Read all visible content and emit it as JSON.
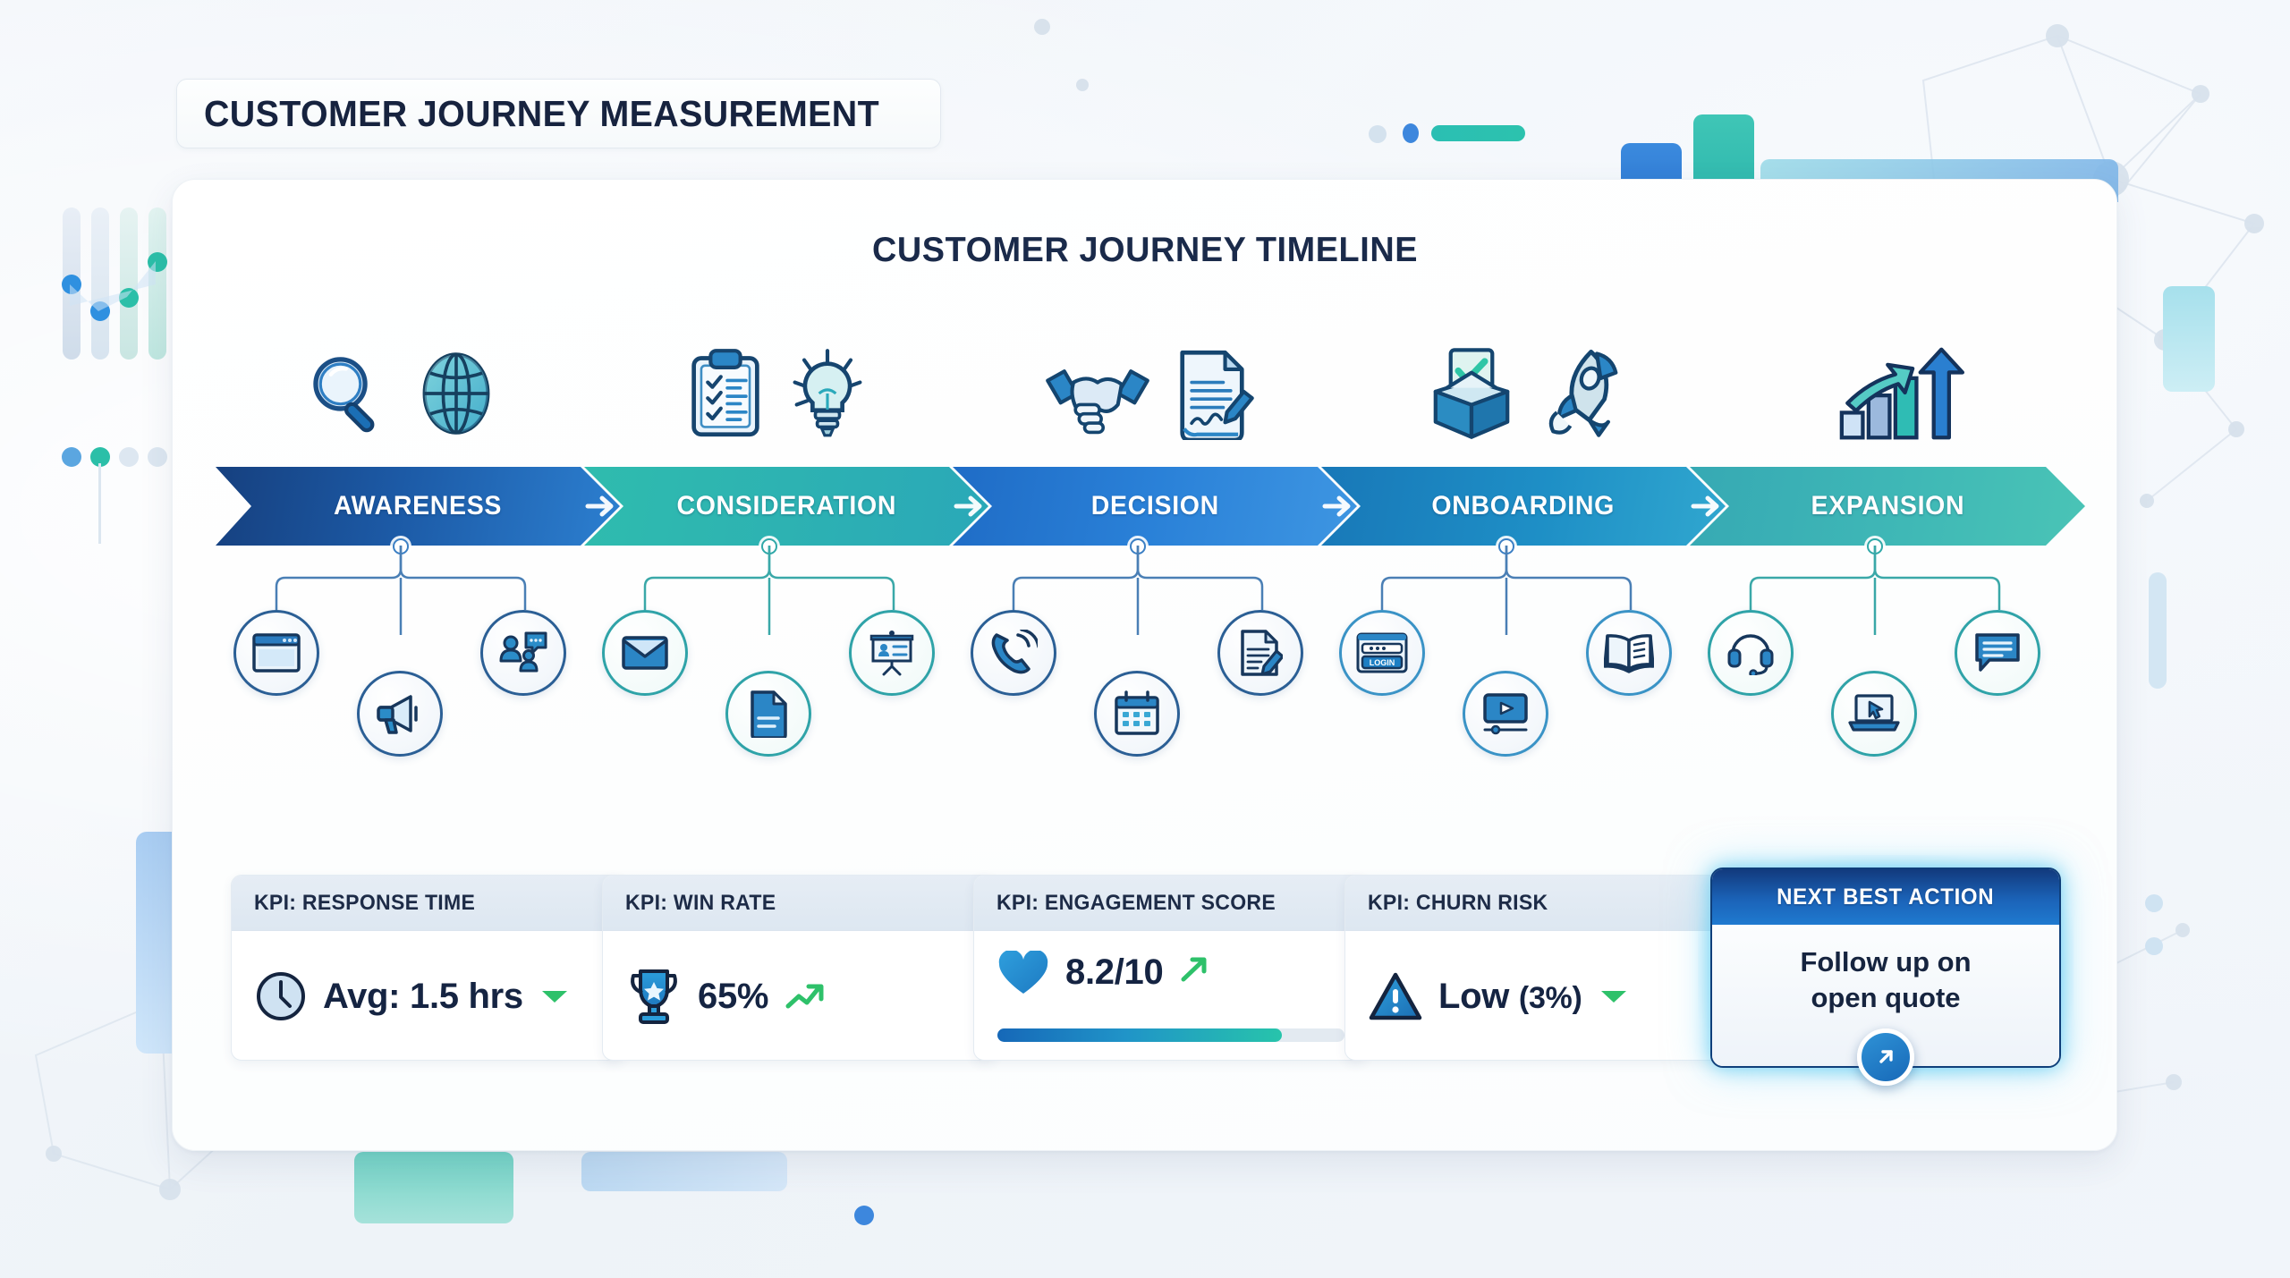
{
  "header": {
    "title": "CUSTOMER JOURNEY MEASUREMENT"
  },
  "panel": {
    "title": "CUSTOMER JOURNEY TIMELINE"
  },
  "colors": {
    "stage_1": "#1c4f96",
    "stage_2": "#2bb3ab",
    "stage_3": "#1f72c8",
    "stage_4": "#1e8ec4",
    "stage_5": "#3bb2b0",
    "accent_green": "#2ec16a",
    "title_navy": "#17233f",
    "nba_border": "#0f3f7a"
  },
  "stages": [
    {
      "label": "AWARENESS",
      "color_start": "#1a4c93",
      "color_end": "#2f7fd1",
      "icons": [
        "magnifier-icon",
        "globe-icon"
      ],
      "touchpoints": [
        "website-window-icon",
        "megaphone-icon",
        "social-chat-icon"
      ]
    },
    {
      "label": "CONSIDERATION",
      "color_start": "#2fb8ae",
      "color_end": "#2aa8b4",
      "icons": [
        "clipboard-checklist-icon",
        "lightbulb-icon"
      ],
      "touchpoints": [
        "email-icon",
        "document-icon",
        "presentation-icon"
      ]
    },
    {
      "label": "DECISION",
      "color_start": "#2171cb",
      "color_end": "#2f8ade",
      "icons": [
        "handshake-icon",
        "signed-contract-icon"
      ],
      "touchpoints": [
        "phone-call-icon",
        "calendar-icon",
        "contract-sign-icon"
      ]
    },
    {
      "label": "ONBOARDING",
      "color_start": "#1a7fbe",
      "color_end": "#2ba0cf",
      "icons": [
        "open-box-check-icon",
        "rocket-icon"
      ],
      "touchpoints": [
        "login-screen-icon",
        "video-tutorial-icon",
        "knowledge-book-icon"
      ]
    },
    {
      "label": "EXPANSION",
      "color_start": "#35a8b4",
      "color_end": "#43bdb6",
      "icons": [
        "growth-chart-arrow-icon"
      ],
      "touchpoints": [
        "support-headset-icon",
        "laptop-cursor-icon",
        "chat-bubble-icon"
      ]
    }
  ],
  "kpis": [
    {
      "title": "KPI: RESPONSE TIME",
      "icon": "clock-icon",
      "value": "Avg: 1.5 hrs",
      "trend": "down",
      "trend_color": "#2ec16a",
      "progress": null
    },
    {
      "title": "KPI: WIN RATE",
      "icon": "trophy-icon",
      "value": "65%",
      "trend": "up-line",
      "trend_color": "#2ec16a",
      "progress": null
    },
    {
      "title": "KPI: ENGAGEMENT SCORE",
      "icon": "heart-icon",
      "value": "8.2/10",
      "trend": "up-arrow",
      "trend_color": "#2ec16a",
      "progress": 82
    },
    {
      "title": "KPI: CHURN RISK",
      "icon": "warning-triangle-icon",
      "value": "Low",
      "value_suffix": "(3%)",
      "trend": "down",
      "trend_color": "#2ec16a",
      "progress": null
    }
  ],
  "next_best_action": {
    "title": "NEXT BEST ACTION",
    "text_line_1": "Follow up on",
    "text_line_2": "open quote",
    "button_icon": "external-link-icon"
  },
  "chart_data": {
    "type": "table",
    "title": "CUSTOMER JOURNEY TIMELINE",
    "categories": [
      "AWARENESS",
      "CONSIDERATION",
      "DECISION",
      "ONBOARDING",
      "EXPANSION"
    ],
    "kpi_metrics": [
      {
        "name": "Response Time",
        "value": 1.5,
        "unit": "hrs",
        "display": "Avg: 1.5 hrs",
        "direction": "down"
      },
      {
        "name": "Win Rate",
        "value": 65,
        "unit": "%",
        "display": "65%",
        "direction": "up"
      },
      {
        "name": "Engagement Score",
        "value": 8.2,
        "unit": "/10",
        "display": "8.2/10",
        "direction": "up",
        "bar_pct": 82
      },
      {
        "name": "Churn Risk",
        "value": 3,
        "unit": "%",
        "display": "Low (3%)",
        "direction": "down"
      }
    ],
    "touchpoints_per_stage": 3,
    "legend": [],
    "grid": false
  }
}
